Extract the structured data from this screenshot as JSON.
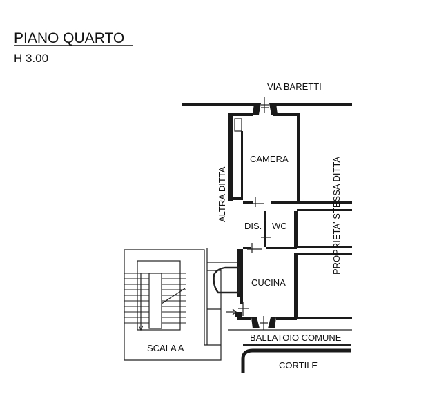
{
  "header": {
    "title": "PIANO QUARTO",
    "height": "H  3.00"
  },
  "labels": {
    "street_top": "VIA BARETTI",
    "left_side": "ALTRA DITTA",
    "right_side": "PROPRIETA'  STESSA  DITTA",
    "stairs": "SCALA A",
    "balcony": "BALLATOIO COMUNE",
    "courtyard": "CORTILE"
  },
  "rooms": [
    {
      "id": "camera",
      "label": "CAMERA"
    },
    {
      "id": "dis",
      "label": "DIS."
    },
    {
      "id": "wc",
      "label": "WC"
    },
    {
      "id": "cucina",
      "label": "CUCINA"
    }
  ],
  "colors": {
    "walls": "#1a1a1a",
    "background": "#ffffff"
  }
}
